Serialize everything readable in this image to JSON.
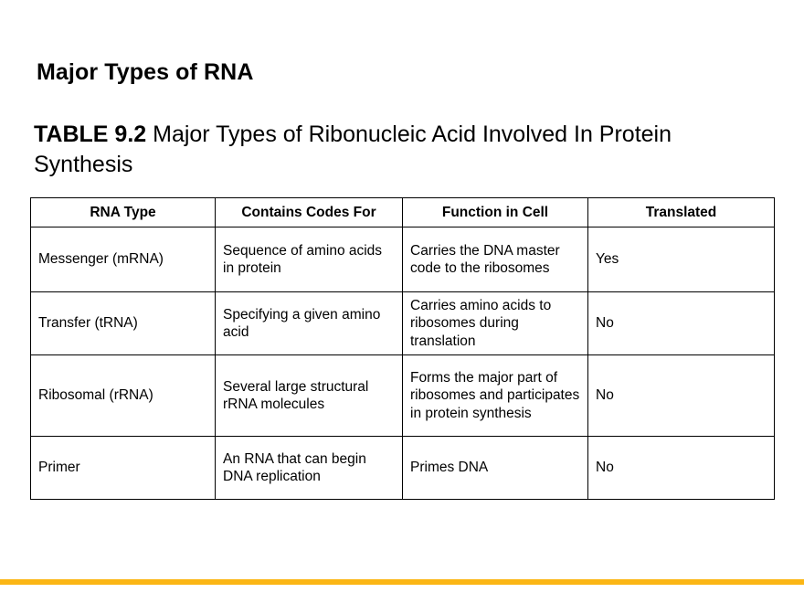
{
  "slide": {
    "title": "Major Types of RNA",
    "accent_color": "#fbb615",
    "background_color": "#ffffff",
    "text_color": "#000000"
  },
  "table": {
    "caption_label": "TABLE 9.2",
    "caption_text": " Major Types of Ribonucleic Acid Involved In Protein Synthesis",
    "headers": [
      "RNA Type",
      "Contains Codes For",
      "Function in Cell",
      "Translated"
    ],
    "rows": [
      {
        "type": "Messenger (mRNA)",
        "codes_for": "Sequence of amino acids in protein",
        "function": "Carries the DNA master code to the ribosomes",
        "translated": "Yes"
      },
      {
        "type": "Transfer (tRNA)",
        "codes_for": "Specifying a given amino acid",
        "function": "Carries amino acids to ribosomes during translation",
        "translated": "No"
      },
      {
        "type": "Ribosomal (rRNA)",
        "codes_for": "Several large structural rRNA molecules",
        "function": "Forms the major part of ribosomes and participates in protein synthesis",
        "translated": "No"
      },
      {
        "type": "Primer",
        "codes_for": "An RNA that can begin DNA replication",
        "function": "Primes DNA",
        "translated": "No"
      }
    ]
  }
}
